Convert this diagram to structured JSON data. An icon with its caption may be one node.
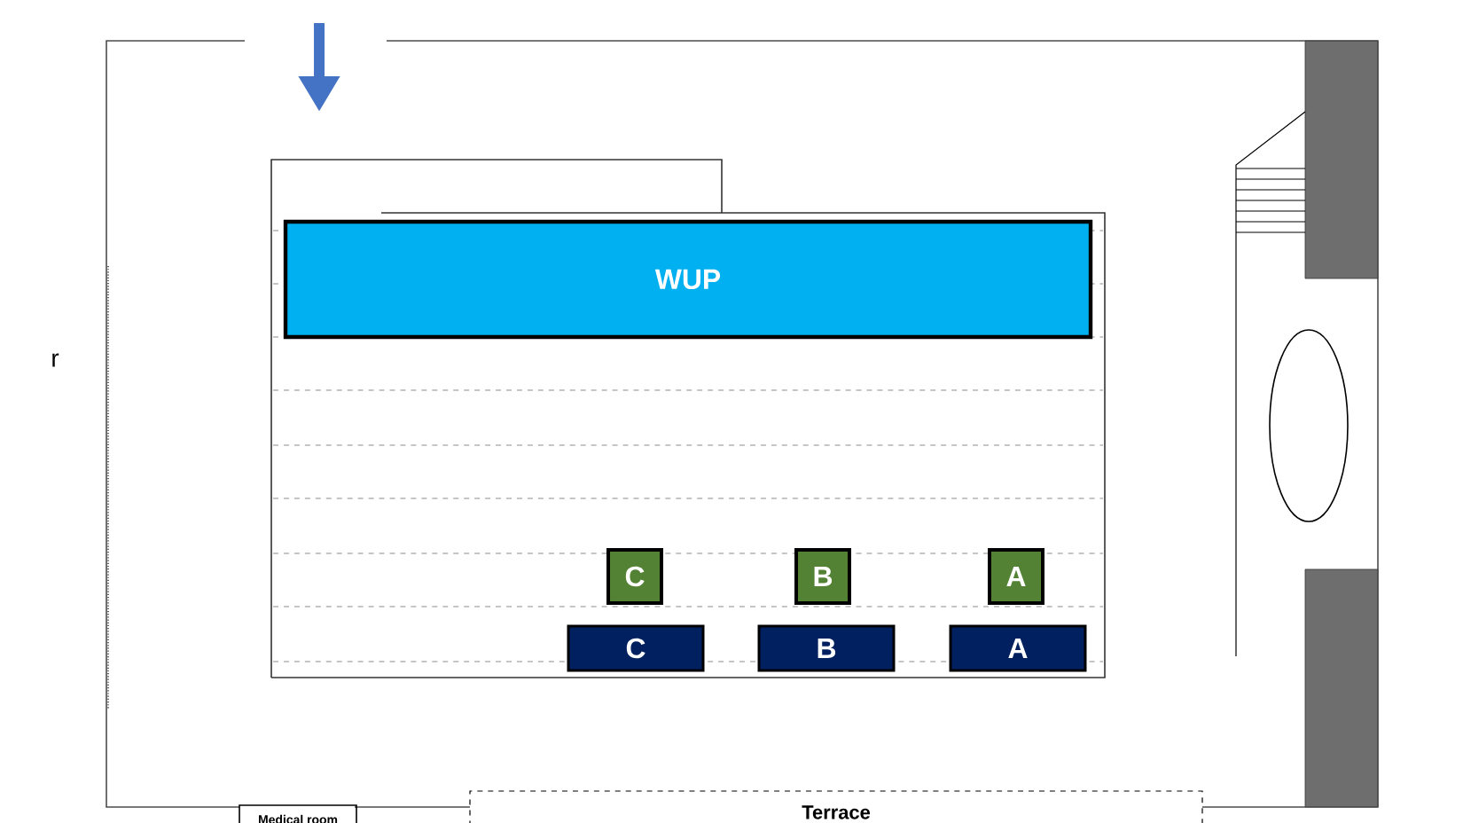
{
  "diagram": {
    "nodes": [
      {
        "text": [
          "WUP"
        ]
      },
      {
        "text": [
          "C"
        ]
      },
      {
        "text": [
          "B"
        ]
      },
      {
        "text": [
          "A"
        ]
      },
      {
        "text": [
          "C"
        ]
      },
      {
        "text": [
          "B"
        ]
      },
      {
        "text": [
          "A"
        ]
      },
      {
        "text": [],
        "shape": "ellipse"
      },
      {
        "text": [
          "Medical room"
        ]
      },
      {
        "text": [
          "Terrace"
        ]
      }
    ],
    "labels": [
      "r"
    ]
  }
}
